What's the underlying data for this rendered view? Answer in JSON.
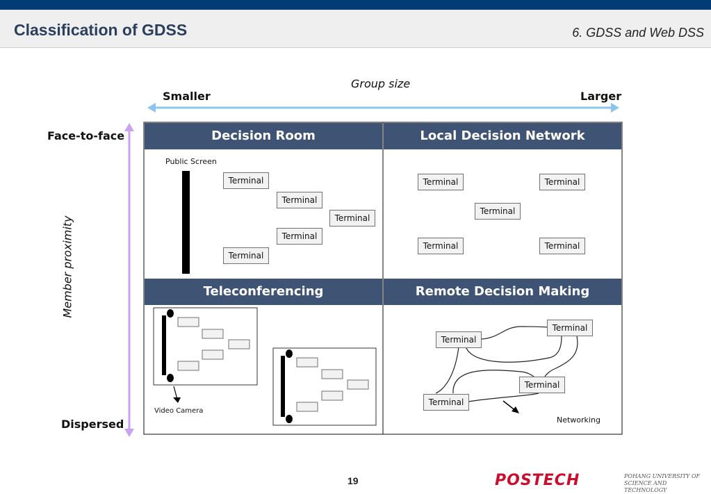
{
  "header": {
    "title": "Classification of GDSS",
    "section": "6. GDSS and Web DSS"
  },
  "axes": {
    "group_size": "Group size",
    "smaller": "Smaller",
    "larger": "Larger",
    "member_proximity": "Member proximity",
    "face_to_face": "Face-to-face",
    "dispersed": "Dispersed"
  },
  "cells": {
    "decision_room": {
      "title": "Decision Room",
      "public_screen": "Public Screen",
      "terminals": [
        "Terminal",
        "Terminal",
        "Terminal",
        "Terminal",
        "Terminal"
      ]
    },
    "local_decision_network": {
      "title": "Local Decision Network",
      "terminals": [
        "Terminal",
        "Terminal",
        "Terminal",
        "Terminal",
        "Terminal"
      ]
    },
    "teleconferencing": {
      "title": "Teleconferencing",
      "video_camera": "Video Camera"
    },
    "remote_decision_making": {
      "title": "Remote Decision Making",
      "terminals": [
        "Terminal",
        "Terminal",
        "Terminal",
        "Terminal"
      ],
      "networking": "Networking"
    }
  },
  "footer": {
    "page_number": "19",
    "logo": "POSTECH",
    "logo_sub_1": "POHANG UNIVERSITY OF",
    "logo_sub_2": "SCIENCE AND TECHNOLOGY"
  },
  "colors": {
    "header_bar": "#003c73",
    "cell_header": "#3f5475",
    "horizontal_arrow": "#8cc4ee",
    "vertical_arrow": "#c9a2f0",
    "logo": "#c8102e"
  }
}
